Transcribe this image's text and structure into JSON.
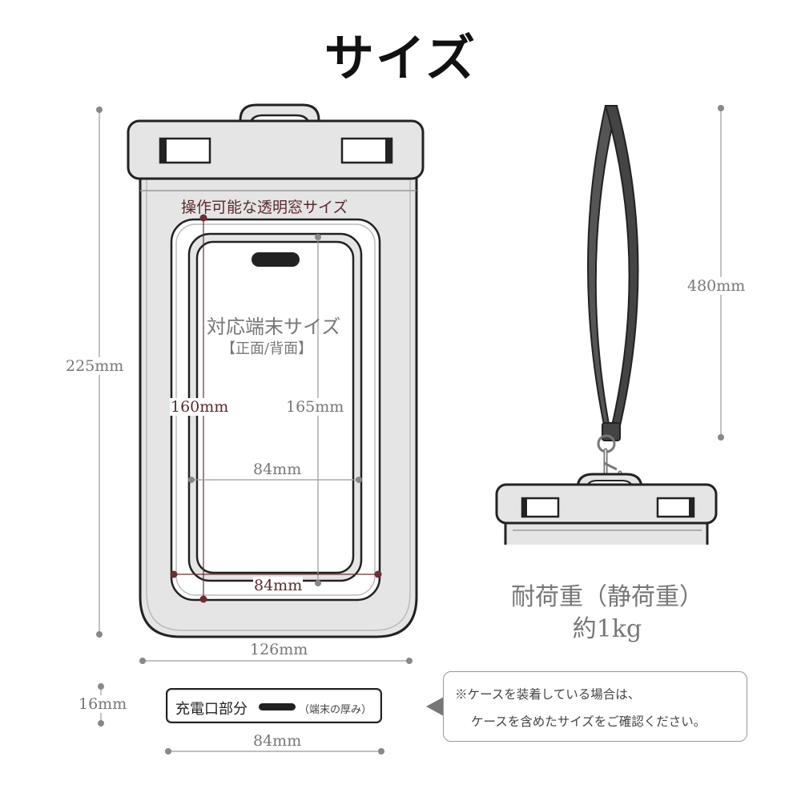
{
  "title": "サイズ",
  "case": {
    "window_label": "操作可能な透明窓サイズ",
    "device_label": "対応端末サイズ",
    "device_sub": "【正面/背面】",
    "height_total": "225mm",
    "height_window": "160mm",
    "height_device": "165mm",
    "width_device": "84mm",
    "width_window": "84mm",
    "width_total": "126mm"
  },
  "strap": {
    "length": "480mm",
    "load_title": "耐荷重（静荷重）",
    "load_value": "約1kg"
  },
  "port": {
    "thickness": "16mm",
    "label": "充電口部分",
    "sub": "（端末の厚み）",
    "width": "84mm"
  },
  "note": {
    "line1": "※ケースを装着している場合は、",
    "line2": "ケースを含めたサイズをご確認ください。"
  },
  "colors": {
    "case_fill": "#e5e5e5",
    "outline": "#222222",
    "accent": "#6b2e34",
    "dim_gray": "#888888"
  }
}
